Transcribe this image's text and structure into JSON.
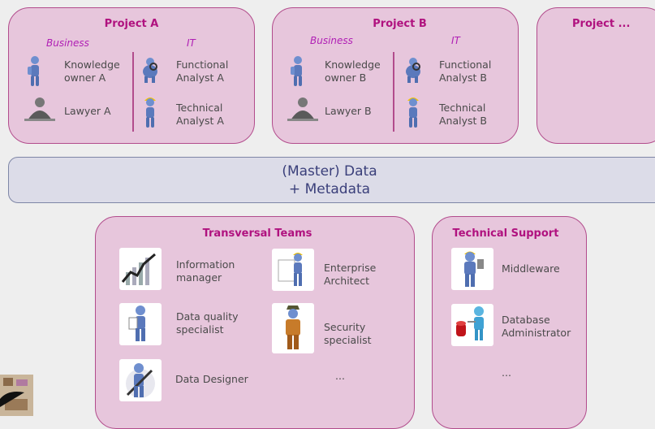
{
  "projects": [
    {
      "title": "Project A",
      "business_label": "Business",
      "it_label": "IT",
      "roles": [
        "Knowledge\nowner A",
        "Lawyer A",
        "Functional\nAnalyst A",
        "Technical\nAnalyst A"
      ]
    },
    {
      "title": "Project B",
      "business_label": "Business",
      "it_label": "IT",
      "roles": [
        "Knowledge\nowner B",
        "Lawyer B",
        "Functional\nAnalyst B",
        "Technical\nAnalyst B"
      ]
    },
    {
      "title": "Project ..."
    }
  ],
  "data_layer": {
    "line1": "(Master) Data",
    "line2": "+ Metadata"
  },
  "transversal": {
    "title": "Transversal Teams",
    "roles": [
      "Information\nmanager",
      "Enterprise\nArchitect",
      "Data quality\nspecialist",
      "Security\nspecialist",
      "Data Designer",
      "..."
    ]
  },
  "support": {
    "title": "Technical Support",
    "roles": [
      "Middleware",
      "Database\nAdministrator",
      "..."
    ]
  },
  "colors": {
    "accent": "#b0127f",
    "italic_label": "#b01fb5",
    "panel": "#e7c6dc",
    "data_panel": "#dcdce8",
    "figure": "#6f8fcf"
  }
}
